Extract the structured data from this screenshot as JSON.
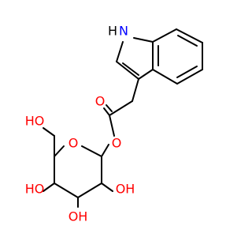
{
  "colors": {
    "bond": "#000000",
    "oxygen": "#ff0000",
    "nitrogen": "#0000ff"
  },
  "atoms": {
    "nh": "H",
    "n": "N",
    "carbonyl_o": "O",
    "ester_o": "O",
    "ring_o": "O",
    "hydroxymethyl": "HO",
    "oh_left": "HO",
    "oh_right": "OH",
    "oh_bottom": "OH"
  }
}
